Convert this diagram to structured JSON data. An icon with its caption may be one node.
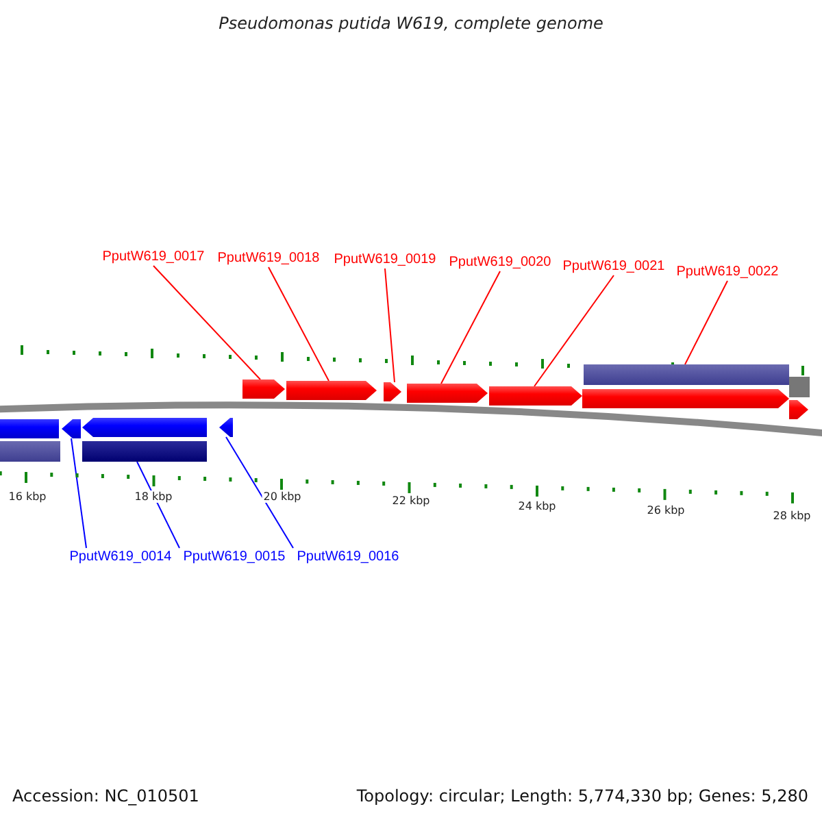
{
  "diagram": {
    "title": "Pseudomonas putida W619, complete genome",
    "nodes": [
      {
        "text": [
          "PputW619_0017"
        ]
      },
      {
        "text": [
          "PputW619_0018"
        ]
      },
      {
        "text": [
          "PputW619_0019"
        ]
      },
      {
        "text": [
          "PputW619_0020"
        ]
      },
      {
        "text": [
          "PputW619_0021"
        ]
      },
      {
        "text": [
          "PputW619_0022"
        ]
      },
      {
        "text": [],
        "shape": "arrow"
      },
      {
        "text": [],
        "shape": "arrow"
      },
      {
        "text": [],
        "shape": "arrow"
      },
      {
        "text": [],
        "shape": "arrow"
      },
      {
        "text": [],
        "shape": "arrow"
      },
      {
        "text": [],
        "shape": "arrow"
      },
      {
        "text": [],
        "shape": "arrow"
      },
      {
        "text": [],
        "shape": "arrow"
      },
      {
        "text": [],
        "shape": "arrow"
      },
      {
        "text": [],
        "shape": "arrow"
      },
      {
        "text": [],
        "shape": "arrow"
      },
      {
        "text": [
          "PputW619_0014"
        ]
      },
      {
        "text": [
          "PputW619_0015"
        ]
      },
      {
        "text": [
          "PputW619_0016"
        ]
      },
      {
        "text": [],
        "shape": "bar"
      },
      {
        "text": [],
        "shape": "bar"
      },
      {
        "text": [],
        "shape": "bar"
      },
      {
        "text": [],
        "shape": "bar"
      }
    ],
    "edges": [
      {
        "from": 0,
        "to": 6,
        "arrow": "none",
        "color": "#ff0000"
      },
      {
        "from": 1,
        "to": 7,
        "arrow": "none",
        "color": "#ff0000"
      },
      {
        "from": 2,
        "to": 8,
        "arrow": "none",
        "color": "#ff0000"
      },
      {
        "from": 3,
        "to": 9,
        "arrow": "none",
        "color": "#ff0000"
      },
      {
        "from": 4,
        "to": 10,
        "arrow": "none",
        "color": "#ff0000"
      },
      {
        "from": 5,
        "to": 20,
        "arrow": "none",
        "color": "#ff0000"
      },
      {
        "from": 17,
        "to": 14,
        "arrow": "none",
        "color": "#0000ff"
      },
      {
        "from": 18,
        "to": 23,
        "arrow": "none",
        "color": "#0000ff"
      },
      {
        "from": 19,
        "to": 16,
        "arrow": "none",
        "color": "#0000ff"
      }
    ],
    "labels": [
      "16 kbp",
      "18 kbp",
      "20 kbp",
      "22 kbp",
      "24 kbp",
      "26 kbp",
      "28 kbp",
      "Accession: NC_010501",
      "Topology: circular; Length: 5,774,330 bp; Genes: 5,280"
    ]
  }
}
